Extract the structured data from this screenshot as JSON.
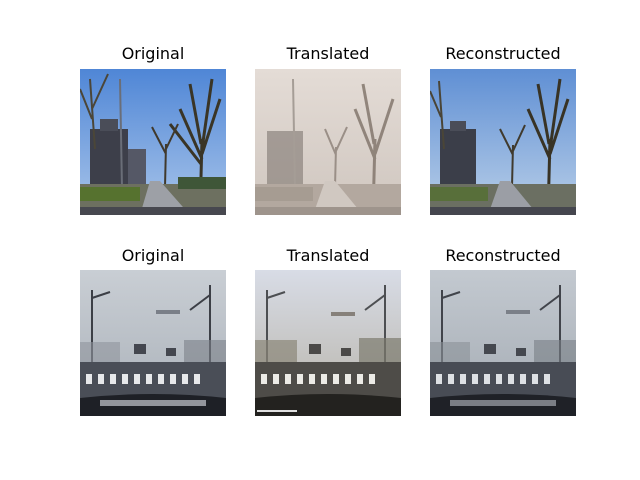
{
  "rows": [
    {
      "panels": [
        {
          "title": "Original"
        },
        {
          "title": "Translated"
        },
        {
          "title": "Reconstructed"
        }
      ]
    },
    {
      "panels": [
        {
          "title": "Original"
        },
        {
          "title": "Translated"
        },
        {
          "title": "Reconstructed"
        }
      ]
    }
  ],
  "palette": {
    "clear_sky": "#5e8ed8",
    "hazy_sky": "#d9d2cc",
    "fog_sky": "#c6ccd2",
    "road_dark": "#3c3f48",
    "vegetation": "#4e6a2e"
  }
}
